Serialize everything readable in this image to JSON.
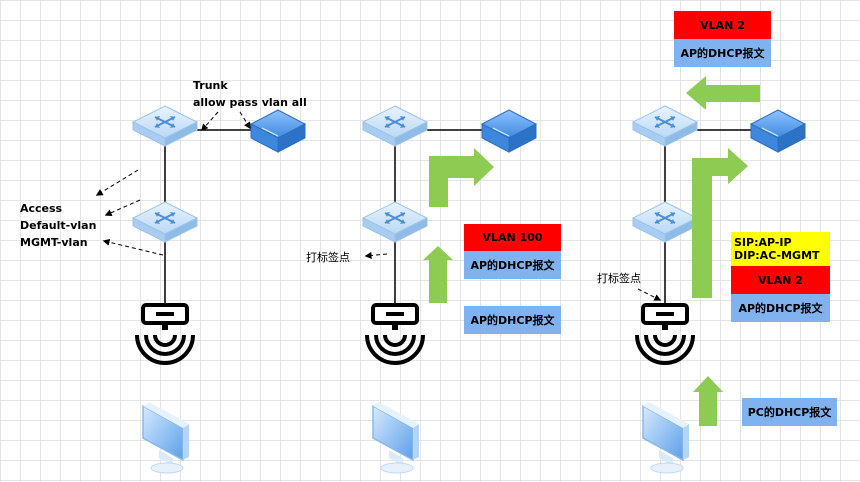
{
  "left": {
    "trunk_title": "Trunk",
    "trunk_desc": "allow pass vlan all",
    "access_lines": [
      "Access",
      "Default-vlan",
      "MGMT-vlan"
    ]
  },
  "middle": {
    "tag_label": "打标签点",
    "vlan_box": "VLAN 100",
    "tagged_packet": "AP的DHCP报文",
    "untagged_packet": "AP的DHCP报文"
  },
  "right": {
    "top_vlan_box": "VLAN 2",
    "top_packet": "AP的DHCP报文",
    "sip": "SIP:AP-IP",
    "dip": "DIP:AC-MGMT",
    "vlan_box": "VLAN 2",
    "packet": "AP的DHCP报文",
    "tag_label": "打标签点",
    "pc_packet": "PC的DHCP报文"
  },
  "colors": {
    "vlan_red": "#ff0000",
    "packet_blue": "#7fb2ee",
    "ip_yellow": "#ffff00",
    "arrow_green": "#8dcb52",
    "device_blue": "#4a90e2"
  }
}
